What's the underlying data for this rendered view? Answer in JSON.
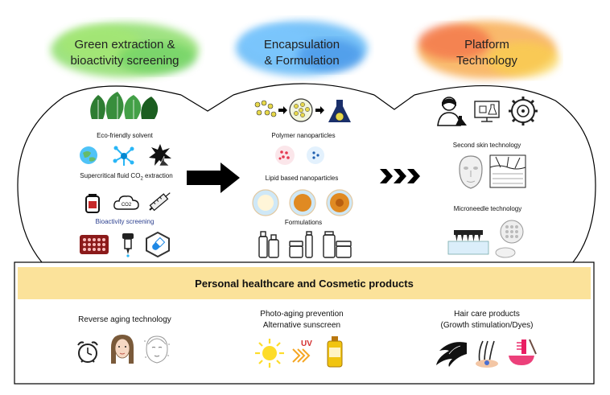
{
  "columns": {
    "green": {
      "title_line1": "Green extraction &",
      "title_line2": "bioactivity screening",
      "labels": {
        "eco_friendly": "Eco-friendly solvent",
        "supercritical": "Supercritical fluid CO",
        "supercritical_sub": "2",
        "supercritical_tail": " extraction",
        "bioactivity": "Bioactivity screening"
      },
      "icons": {
        "co2_cloud_text": "CO2"
      }
    },
    "encapsulation": {
      "title_line1": "Encapsulation",
      "title_line2": "& Formulation",
      "labels": {
        "polymer": "Polymer nanoparticles",
        "lipid": "Lipid based nanoparticles",
        "formulations": "Formulations"
      }
    },
    "platform": {
      "title_line1": "Platform",
      "title_line2": "Technology",
      "labels": {
        "second_skin": "Second skin technology",
        "microneedle": "Microneedle technology"
      }
    }
  },
  "banner": {
    "text": "Personal healthcare and Cosmetic products"
  },
  "products": {
    "reverse_aging": {
      "line1": "Reverse aging technology"
    },
    "photo_aging": {
      "line1": "Photo-aging prevention",
      "line2": "Alternative sunscreen",
      "uv_text": "UV"
    },
    "hair_care": {
      "line1": "Hair care products",
      "line2": "(Growth stimulation/Dyes)"
    }
  },
  "colors": {
    "green_splash": "#7ed957",
    "blue_splash": "#3fa9f5",
    "orange_splash": "#f7a23b",
    "banner": "#fbe29a",
    "arrow": "#000000"
  }
}
